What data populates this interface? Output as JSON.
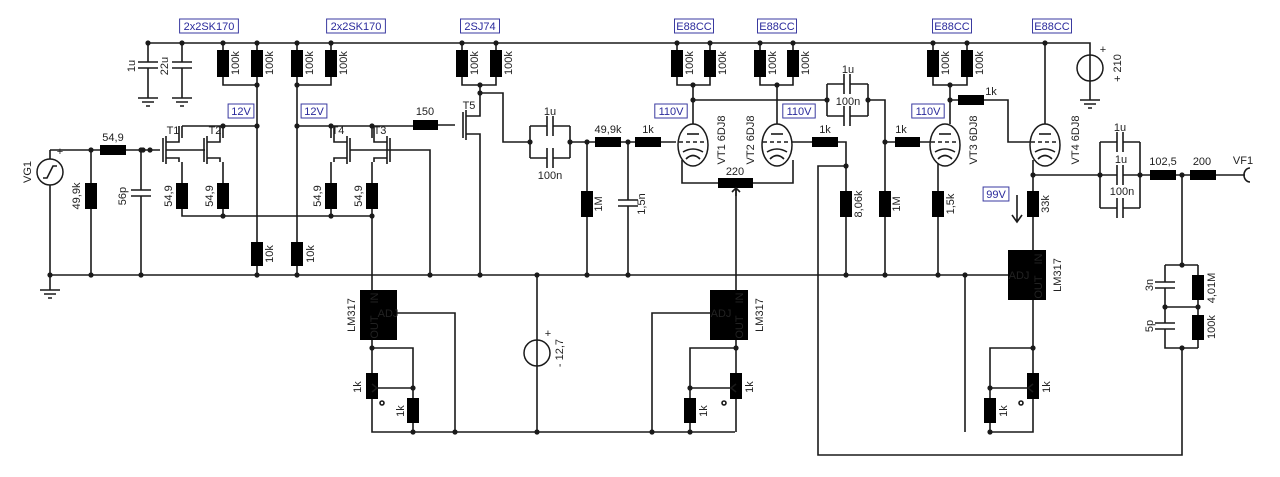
{
  "device_tags": {
    "q1": "2x2SK170",
    "q2": "2x2SK170",
    "q5": "2SJ74",
    "vt1": "E88CC",
    "vt2": "E88CC",
    "vt3": "E88CC",
    "vt4": "E88CC"
  },
  "voltage_tags": {
    "t2": "12V",
    "t4": "12V",
    "vt1": "110V",
    "vt2": "110V",
    "vt3": "110V",
    "vt4": "99V"
  },
  "refs": {
    "t1": "T1",
    "t2": "T2",
    "t3": "T3",
    "t4": "T4",
    "t5": "T5",
    "vg1": "VG1",
    "vf1": "VF1",
    "vt1": "VT1 6DJ8",
    "vt2": "VT2 6DJ8",
    "vt3": "VT3 6DJ8",
    "vt4": "VT4 6DJ8",
    "lm1": "LM317",
    "lm2": "LM317",
    "lm3": "LM317",
    "pin_in": "IN",
    "pin_out": "OUT",
    "pin_adj": "ADJ"
  },
  "values": {
    "c_1u": "1u",
    "c_22u": "22u",
    "r_100k": "100k",
    "r_in": "54,9",
    "r_in_gnd": "49,9k",
    "c_in": "56p",
    "r_src": "54,9",
    "r_10k": "10k",
    "r_150": "150",
    "cc_1u": "1u",
    "cc_100n": "100n",
    "r_49k9": "49,9k",
    "r_1k": "1k",
    "r_1m": "1M",
    "c_1n5": "1,5n",
    "pot_220": "220",
    "r_8k06": "8,06k",
    "r_1k5": "1,5k",
    "r_33k": "33k",
    "co_1u": "1u",
    "co_100n": "100n",
    "r_102_5": "102,5",
    "r_200": "200",
    "c_3n": "3n",
    "c_5p": "5p",
    "r_4m01": "4,01M",
    "r_100k_out": "100k",
    "v_plus": "+ 210",
    "v_minus": "- 12,7",
    "plus_sign": "+"
  },
  "colors": {
    "wire": "#1a1a1a",
    "tag": "#2a2a9c"
  }
}
